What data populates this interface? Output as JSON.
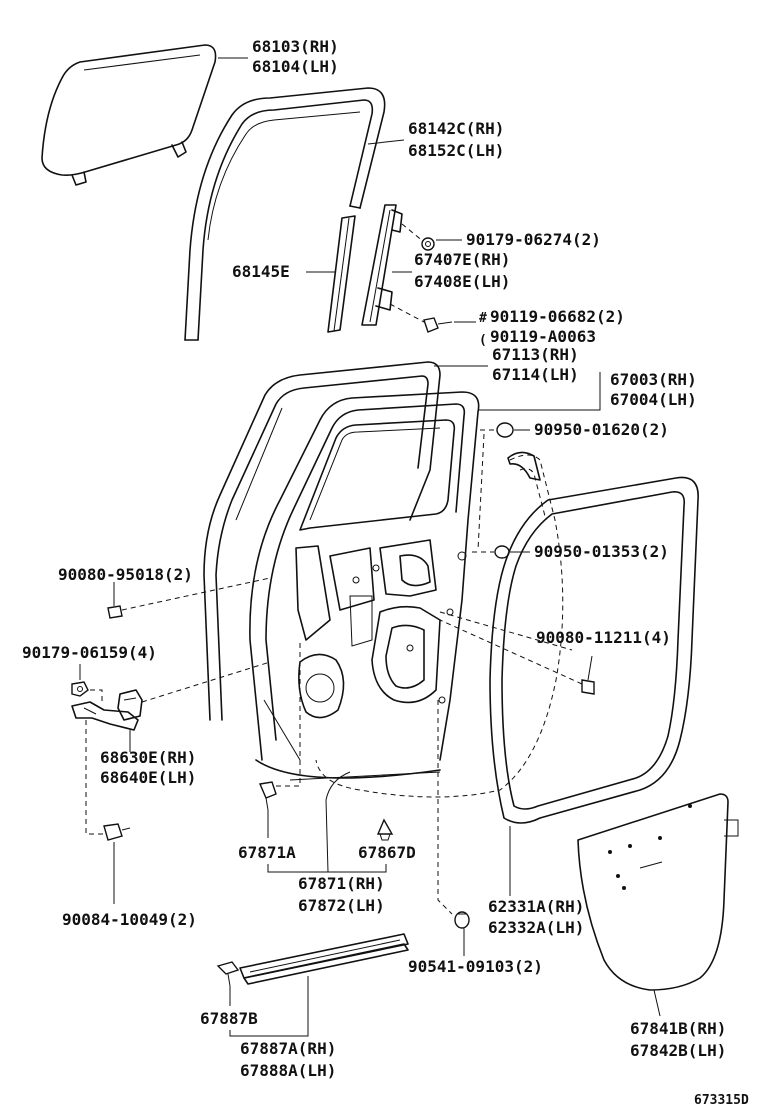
{
  "labels": {
    "l68103": "68103(RH)",
    "l68104": "68104(LH)",
    "l68142c": "68142C(RH)",
    "l68152c": "68152C(LH)",
    "l90179_06274": "90179-06274(2)",
    "l68145e": "68145E",
    "l67407e": "67407E(RH)",
    "l67408e": "67408E(LH)",
    "l90119_06682": "90119-06682(2)",
    "l90119_a0063": "90119-A0063",
    "hash": "#",
    "paren": "(",
    "l67113": "67113(RH)",
    "l67114": "67114(LH)",
    "l67003": "67003(RH)",
    "l67004": "67004(LH)",
    "l90950_01620": "90950-01620(2)",
    "l90080_95018": "90080-95018(2)",
    "l90950_01353": "90950-01353(2)",
    "l90179_06159": "90179-06159(4)",
    "l90080_11211": "90080-11211(4)",
    "l68630e": "68630E(RH)",
    "l68640e": "68640E(LH)",
    "l67871a": "67871A",
    "l67867d": "67867D",
    "l67871": "67871(RH)",
    "l67872": "67872(LH)",
    "l90084_10049": "90084-10049(2)",
    "l62331a": "62331A(RH)",
    "l62332a": "62332A(LH)",
    "l90541_09103": "90541-09103(2)",
    "l67887b": "67887B",
    "l67887a": "67887A(RH)",
    "l67888a": "67888A(LH)",
    "l67841b": "67841B(RH)",
    "l67842b": "67842B(LH)",
    "diagram_id": "673315D"
  }
}
